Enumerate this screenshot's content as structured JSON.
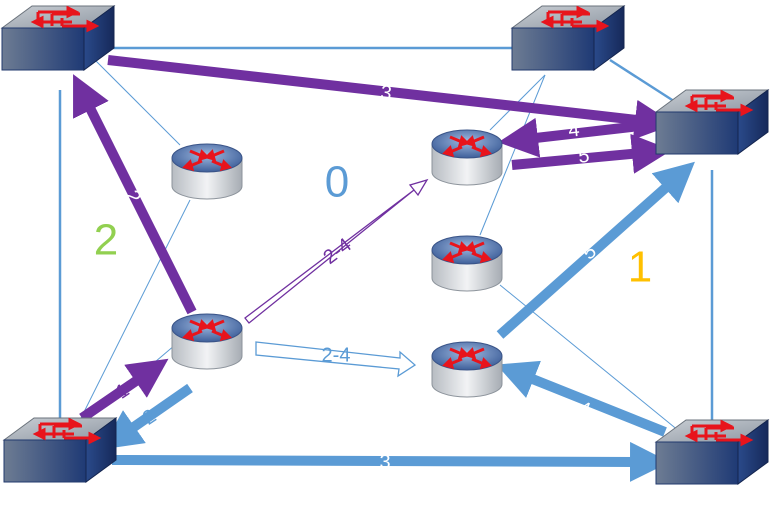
{
  "colors": {
    "purple": "#7030A0",
    "blue": "#5B9BD5",
    "green": "#92D050",
    "orange": "#FFC000",
    "link": "#5B9BD5",
    "switch_top": "#9aa3ad",
    "switch_front": "#2c4a86",
    "arrow_red": "#e8141c"
  },
  "areas": [
    {
      "id": "area-0",
      "label": "0"
    },
    {
      "id": "area-1",
      "label": "1"
    },
    {
      "id": "area-2",
      "label": "2"
    }
  ],
  "switches": [
    {
      "id": "switch-top-left",
      "icon": "switch-icon"
    },
    {
      "id": "switch-top-right",
      "icon": "switch-icon"
    },
    {
      "id": "switch-right",
      "icon": "switch-icon"
    },
    {
      "id": "switch-bottom-left",
      "icon": "switch-icon"
    },
    {
      "id": "switch-bottom-right",
      "icon": "switch-icon"
    }
  ],
  "routers": [
    {
      "id": "router-upper-left",
      "icon": "router-icon"
    },
    {
      "id": "router-center-left",
      "icon": "router-icon"
    },
    {
      "id": "router-upper-right",
      "icon": "router-icon"
    },
    {
      "id": "router-middle-right",
      "icon": "router-icon"
    },
    {
      "id": "router-lower-right",
      "icon": "router-icon"
    }
  ],
  "flow_labels": {
    "top": "3",
    "left_vertical": "2",
    "bottom_left_small": "1",
    "bottom_left_small_blue": "2",
    "diag_purple_outline": "2-4",
    "horizontal_blue_outline": "2-4",
    "right_upper_left_arrow": "4",
    "right_upper_right_arrow": "5",
    "diag_blue_up": "5",
    "diag_blue_down": "4",
    "bottom": "3"
  }
}
